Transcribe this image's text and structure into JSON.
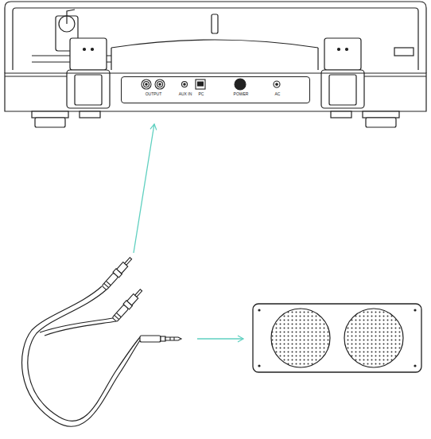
{
  "diagram": {
    "nodes": [
      {
        "text": [
          "OUTPUT",
          "AUX IN",
          "PC",
          "POWER",
          "AC"
        ]
      }
    ]
  }
}
